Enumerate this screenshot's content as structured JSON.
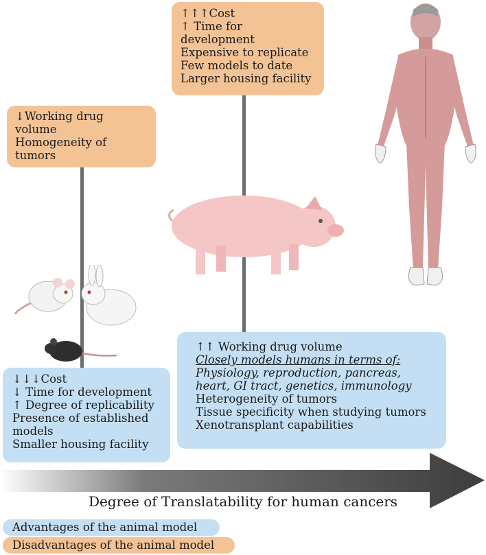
{
  "colors": {
    "advantage": "#c4dff3",
    "disadvantage": "#f3c395",
    "stem": "#6e6e6e",
    "arrow": "#3d3d3d"
  },
  "boxes": {
    "large_animal_disadvantages": [
      "↑↑↑Cost",
      "↑ Time for",
      "development",
      "Expensive to replicate",
      "Few models to date",
      "Larger housing facility"
    ],
    "small_animal_disadvantages": [
      "↓Working drug",
      "volume",
      "Homogeneity of",
      "tumors"
    ],
    "small_animal_advantages": [
      "↓↓↓Cost",
      "↓ Time for development",
      "↑ Degree of replicability",
      "Presence of established",
      "models",
      "Smaller housing facility"
    ],
    "large_animal_advantages": {
      "line1": "↑↑ Working drug volume",
      "underlined": "Closely models humans in terms of:",
      "italic_1": "Physiology, reproduction, pancreas,",
      "italic_2": "heart, GI tract, genetics, immunology",
      "line5": "Heterogeneity of tumors",
      "line6": "Tissue specificity when studying tumors",
      "line7": "Xenotransplant capabilities"
    }
  },
  "illustrations": {
    "small_animals": [
      "rat-icon",
      "rabbit-icon",
      "mouse-icon"
    ],
    "large_animal": "pig-icon",
    "human": "human-muscle-icon"
  },
  "axis": {
    "label": "Degree of Translatability for human cancers"
  },
  "legend": {
    "advantages": "Advantages of the animal model",
    "disadvantages": "Disadvantages of the animal model"
  }
}
